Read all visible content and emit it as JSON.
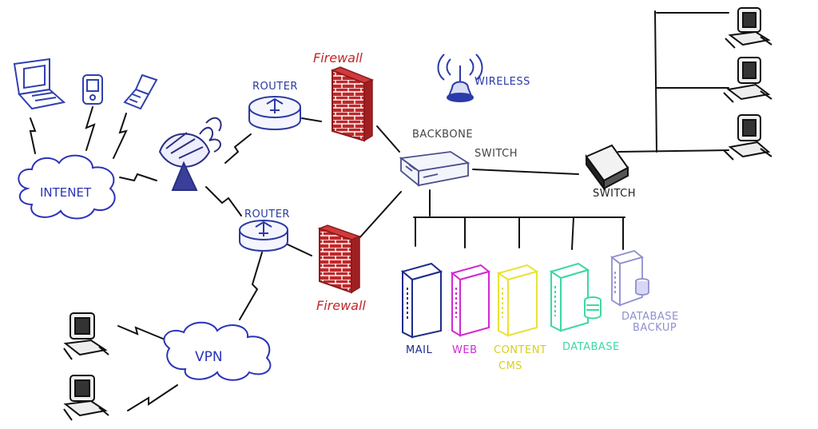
{
  "labels": {
    "internet": "INTENET",
    "router_top": "ROUTER",
    "router_bottom": "ROUTER",
    "firewall_top": "Firewall",
    "firewall_bottom": "Firewall",
    "wireless": "WIRELESS",
    "backbone_line1": "BACKBONE",
    "backbone_line2": "SWITCH",
    "switch": "SWITCH",
    "vpn": "VPN",
    "mail": "MAIL",
    "web": "WEB",
    "content_line1": "CONTENT",
    "content_line2": "CMS",
    "database": "DATABASE",
    "db_backup_line1": "DATABASE",
    "db_backup_line2": "BACKUP"
  },
  "colors": {
    "internet_blue": "#2b33b8",
    "router_blue": "#2b3a9e",
    "firewall_red": "#c0282a",
    "wireless_blue": "#2a3aa8",
    "mail_navy": "#1d2b8c",
    "web_magenta": "#d12ad4",
    "content_yellow": "#e8e23a",
    "database_green": "#3ed8a0",
    "backup_lavender": "#8f8fd0",
    "ink_black": "#111111"
  }
}
